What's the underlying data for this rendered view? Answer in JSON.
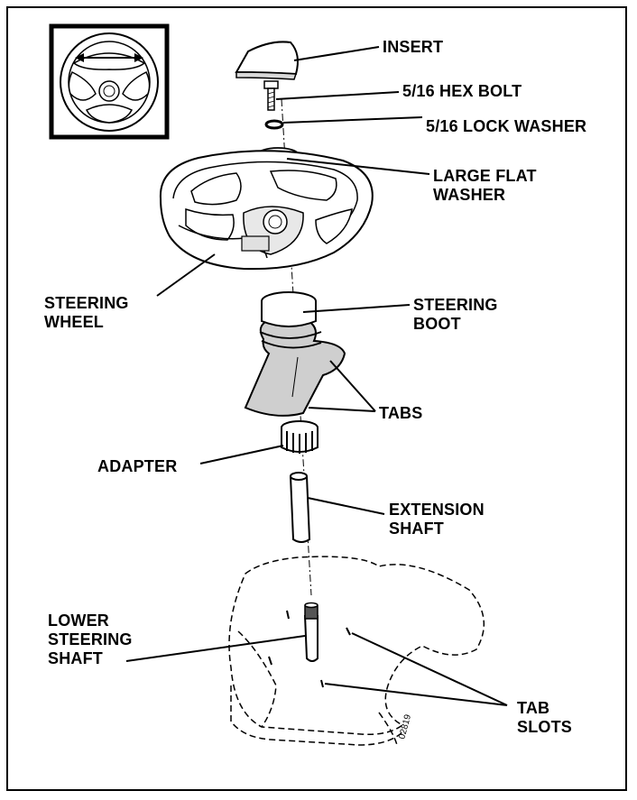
{
  "labels": {
    "insert": "INSERT",
    "hex_bolt": "5/16 HEX BOLT",
    "lock_washer": "5/16 LOCK WASHER",
    "large_flat_washer_line1": "LARGE FLAT",
    "large_flat_washer_line2": "WASHER",
    "steering_wheel_line1": "STEERING",
    "steering_wheel_line2": "WHEEL",
    "steering_boot_line1": "STEERING",
    "steering_boot_line2": "BOOT",
    "tabs": "TABS",
    "adapter": "ADAPTER",
    "extension_shaft_line1": "EXTENSION",
    "extension_shaft_line2": "SHAFT",
    "lower_steering_shaft_line1": "LOWER",
    "lower_steering_shaft_line2": "STEERING",
    "lower_steering_shaft_line3": "SHAFT",
    "tab_slots_line1": "TAB",
    "tab_slots_line2": "SLOTS"
  },
  "figure_number": "02819"
}
